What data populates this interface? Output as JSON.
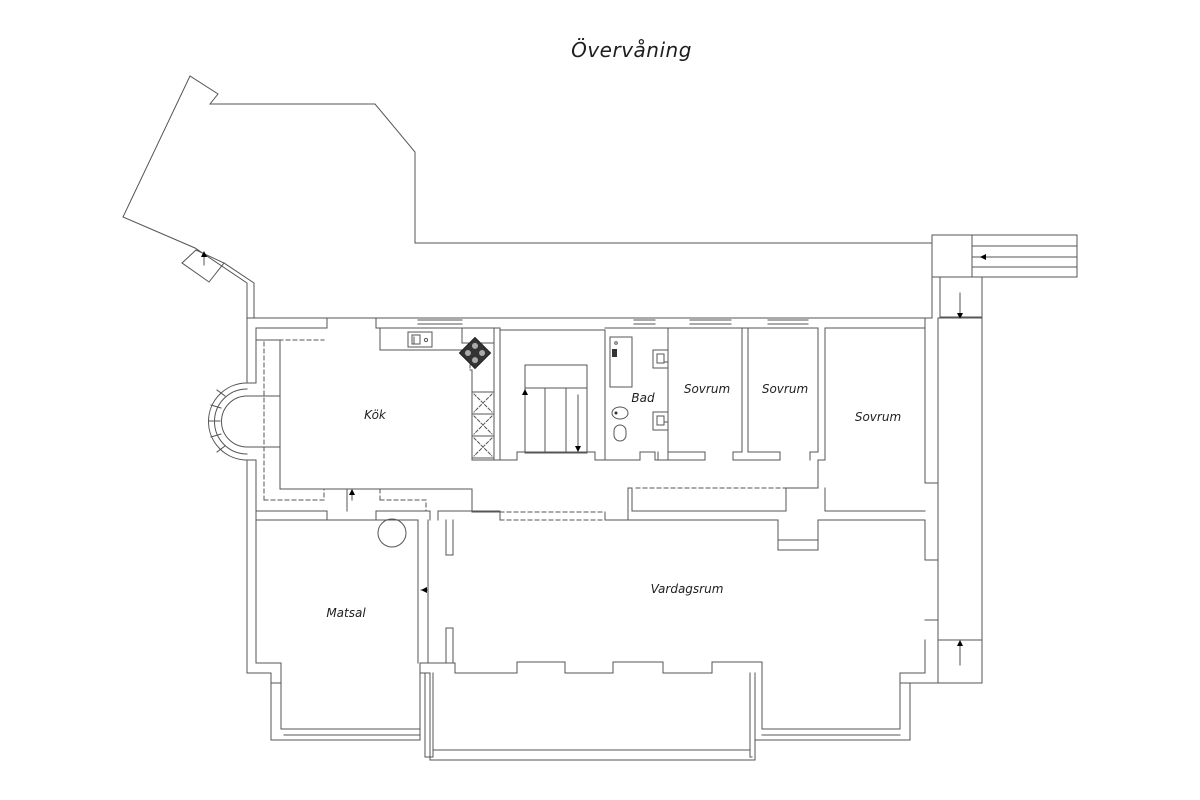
{
  "title": "Övervåning",
  "rooms": {
    "kok": "Kök",
    "bad": "Bad",
    "sovrum_1": "Sovrum",
    "sovrum_2": "Sovrum",
    "sovrum_3": "Sovrum",
    "vardagsrum": "Vardagsrum",
    "matsal": "Matsal"
  },
  "colors": {
    "line": "#555555",
    "text": "#1e1e1e",
    "stove": "#333333"
  }
}
